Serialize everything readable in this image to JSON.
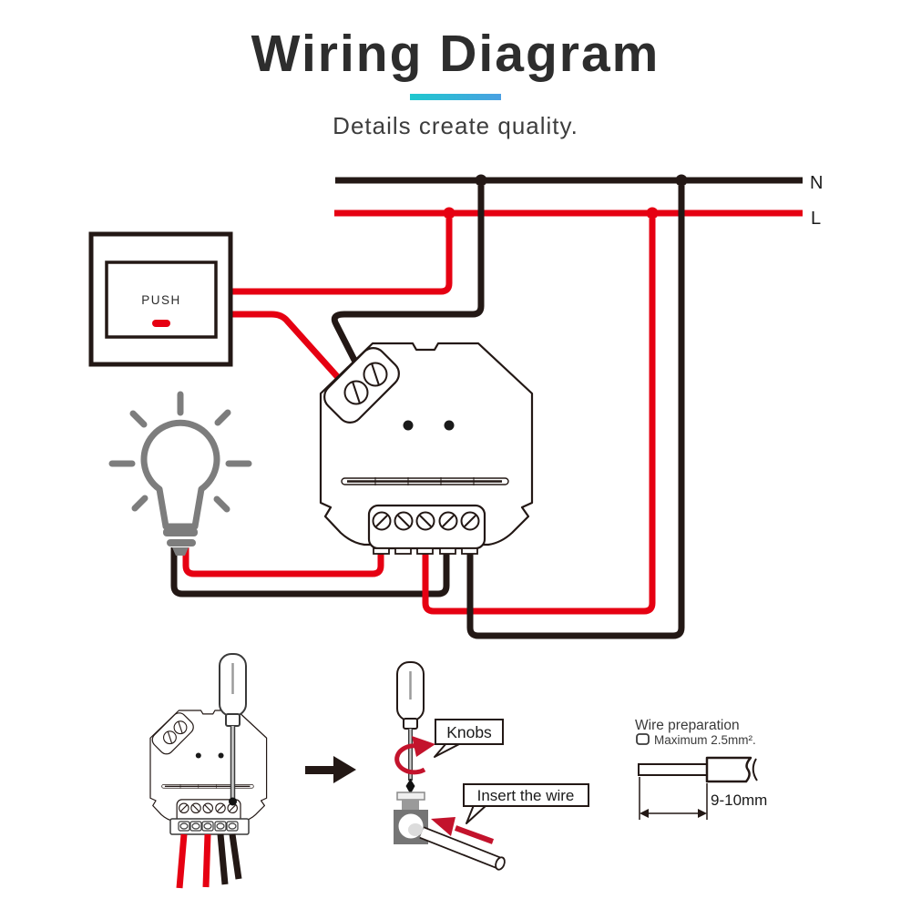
{
  "header": {
    "title": "Wiring Diagram",
    "subtitle": "Details create quality."
  },
  "diagram": {
    "neutral_label": "N",
    "live_label": "L",
    "switch_label": "PUSH"
  },
  "steps": {
    "knobs_label": "Knobs",
    "insert_label": "Insert the wire",
    "prep_title": "Wire preparation",
    "prep_max": "Maximum 2.5mm².",
    "prep_length": "9-10mm"
  },
  "colors": {
    "live_wire": "#e60012",
    "neutral_wire": "#231815",
    "bulb_gray": "#7d7d7d",
    "underline_gradient": [
      "#1ec8ce",
      "#4aa0e2"
    ],
    "callout_arrow": "#c3132c"
  },
  "icons": {
    "light-bulb-icon": "outlined bulb with rays",
    "screwdriver-icon": "vertical screwdriver",
    "right-arrow-icon": "solid right arrow",
    "rotation-arrow-icon": "curved red rotation arrow",
    "insert-arrow-icon": "red insertion arrow",
    "checkbox-icon": "small rounded square"
  }
}
